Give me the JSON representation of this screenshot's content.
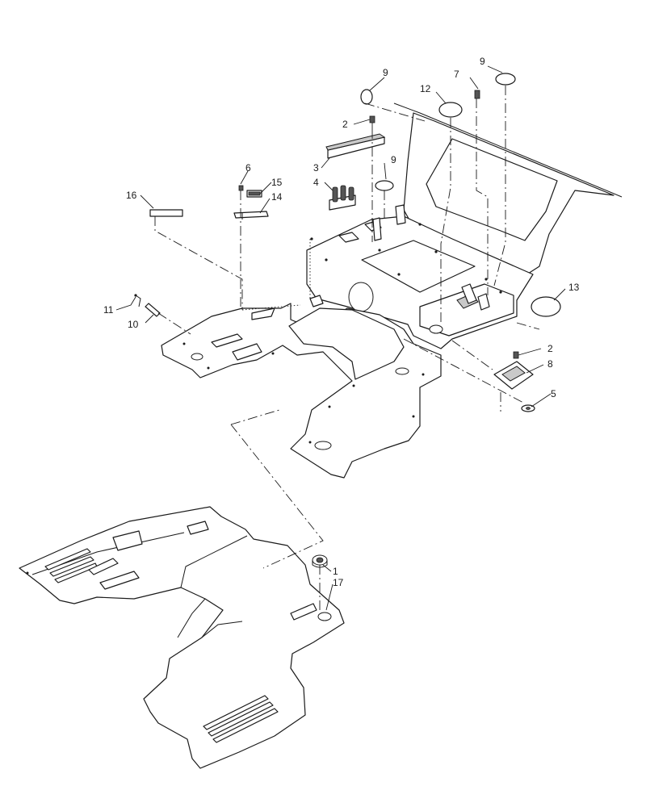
{
  "diagram": {
    "type": "exploded-parts-view",
    "callouts": {
      "c1": "1",
      "c2a": "2",
      "c2b": "2",
      "c3": "3",
      "c4": "4",
      "c5": "5",
      "c6": "6",
      "c7": "7",
      "c8": "8",
      "c9a": "9",
      "c9b": "9",
      "c9c": "9",
      "c10": "10",
      "c11": "11",
      "c12": "12",
      "c13": "13",
      "c14": "14",
      "c15": "15",
      "c16": "16",
      "c17": "17"
    }
  }
}
